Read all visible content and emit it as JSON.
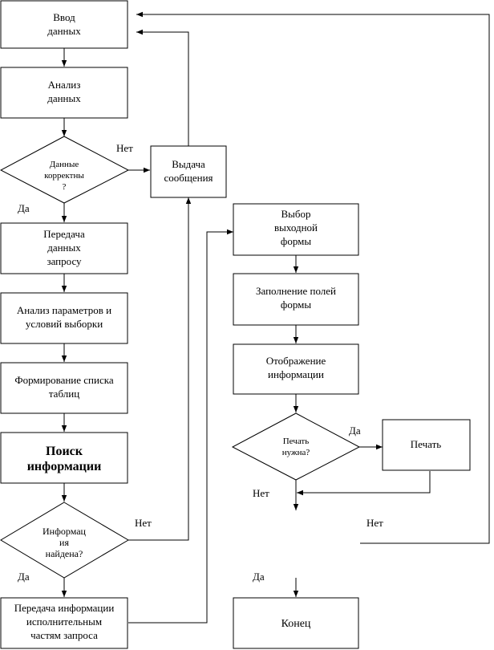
{
  "nodes": {
    "input": [
      "Ввод",
      "данных"
    ],
    "analysis": [
      "Анализ",
      "данных"
    ],
    "check": [
      "Данные",
      "корректны",
      "?"
    ],
    "message": [
      "Выдача",
      "сообщения"
    ],
    "transfer": [
      "Передача",
      "данных",
      "запросу"
    ],
    "params": [
      "Анализ параметров и",
      "условий выборки"
    ],
    "tables": [
      "Формирование списка",
      "таблиц"
    ],
    "search": [
      "Поиск",
      "информации"
    ],
    "found": [
      "Информац",
      "ия",
      "найдена?"
    ],
    "exec": [
      "Передача информации",
      "исполнительным",
      "частям запроса"
    ],
    "choose": [
      "Выбор",
      "выходной",
      "формы"
    ],
    "fill": [
      "Заполнение полей",
      "формы"
    ],
    "display": [
      "Отображение",
      "информации"
    ],
    "print_q": [
      "Печать",
      "нужна?"
    ],
    "print": [
      "Печать"
    ],
    "end": [
      "Конец"
    ]
  },
  "labels": {
    "check_no": "Нет",
    "check_yes": "Да",
    "found_no": "Нет",
    "found_yes": "Да",
    "print_yes": "Да",
    "print_no": "Нет",
    "loop_no": "Нет",
    "end_yes": "Да"
  }
}
